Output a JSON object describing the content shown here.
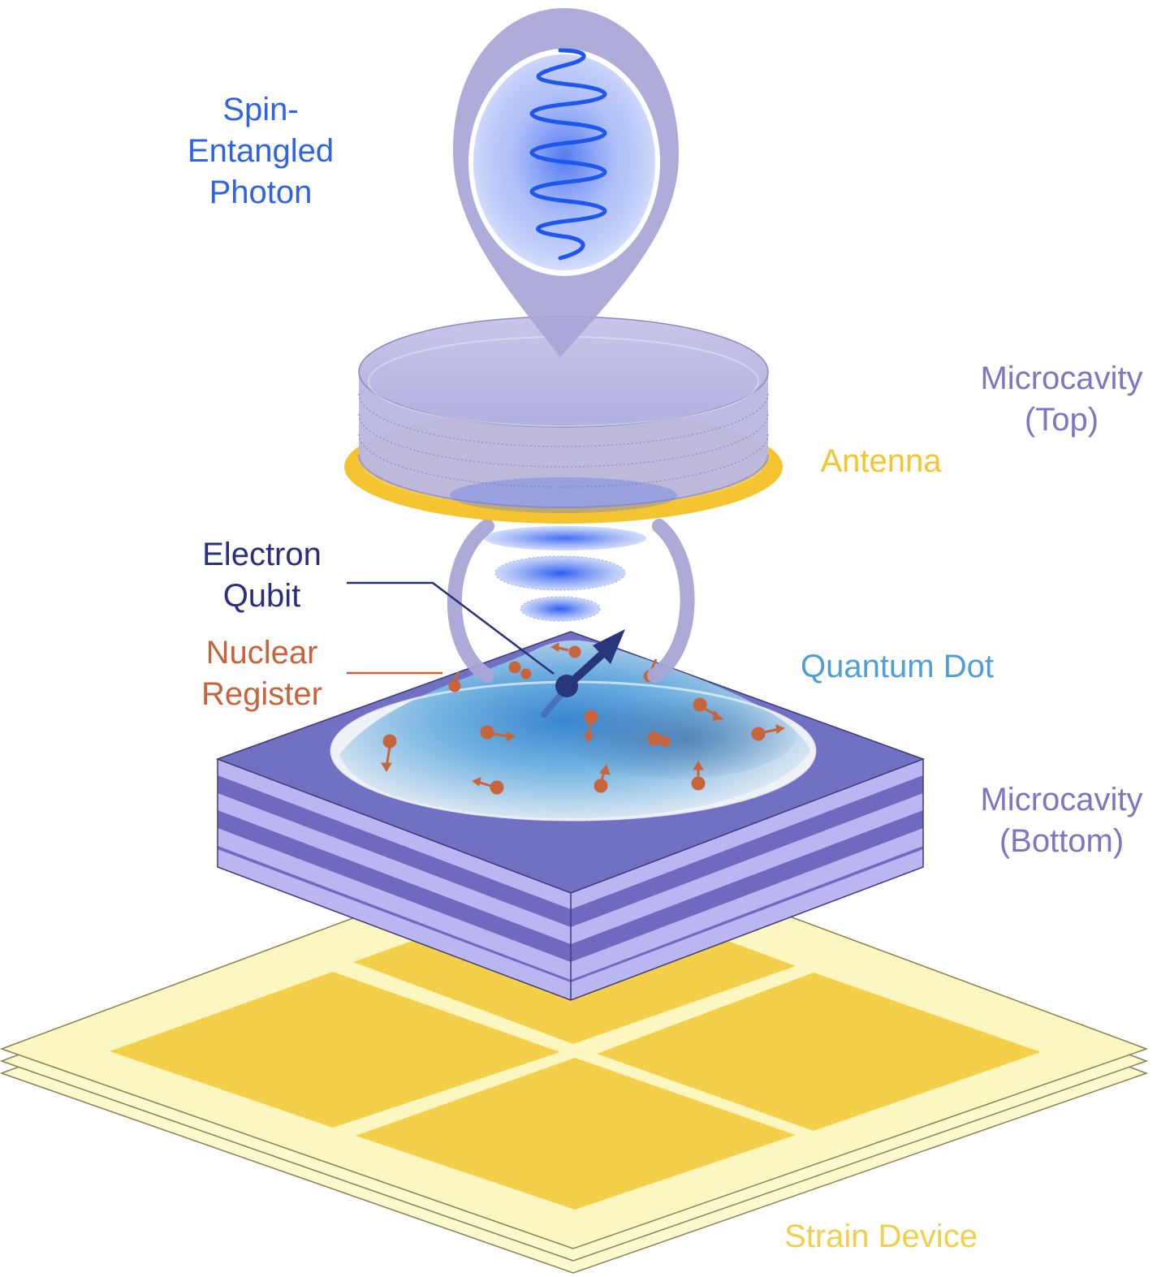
{
  "labels": {
    "spin_entangled_photon": [
      "Spin-",
      "Entangled",
      "Photon"
    ],
    "microcavity_top": [
      "Microcavity",
      "(Top)"
    ],
    "antenna": "Antenna",
    "electron_qubit": [
      "Electron",
      "Qubit"
    ],
    "nuclear_register": [
      "Nuclear",
      "Register"
    ],
    "quantum_dot": "Quantum Dot",
    "microcavity_bottom": [
      "Microcavity",
      "(Bottom)"
    ],
    "strain_device": "Strain Device"
  },
  "colors": {
    "photon": "#2f63e6",
    "microcavity": "#7d76c0",
    "antenna": "#f5c531",
    "electron": "#2b2f7a",
    "nuclear": "#c8643c",
    "quantum_dot": "#4f9fd6",
    "strain": "#f2cf4a",
    "strain_light": "#fbf6c4"
  }
}
